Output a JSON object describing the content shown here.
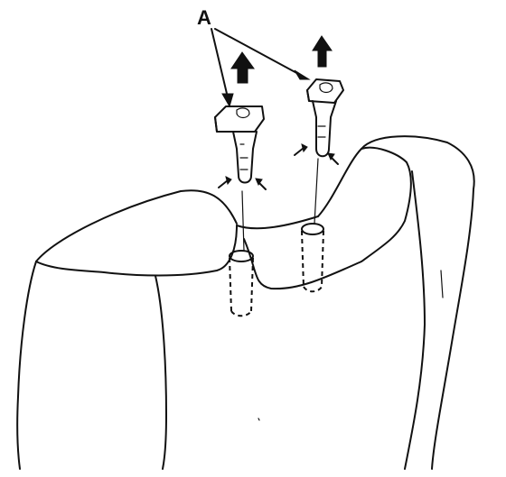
{
  "diagram": {
    "callout_label": "A",
    "line_color": "#111111",
    "background": "#ffffff",
    "parts": [
      "seat-back",
      "headrest-guide-left",
      "headrest-guide-right",
      "mounting-hole-left",
      "mounting-hole-right"
    ],
    "arrow_icons": [
      "up-arrow-icon",
      "up-arrow-icon",
      "tab-arrow-icon",
      "tab-arrow-icon",
      "tab-arrow-icon",
      "tab-arrow-icon"
    ]
  }
}
